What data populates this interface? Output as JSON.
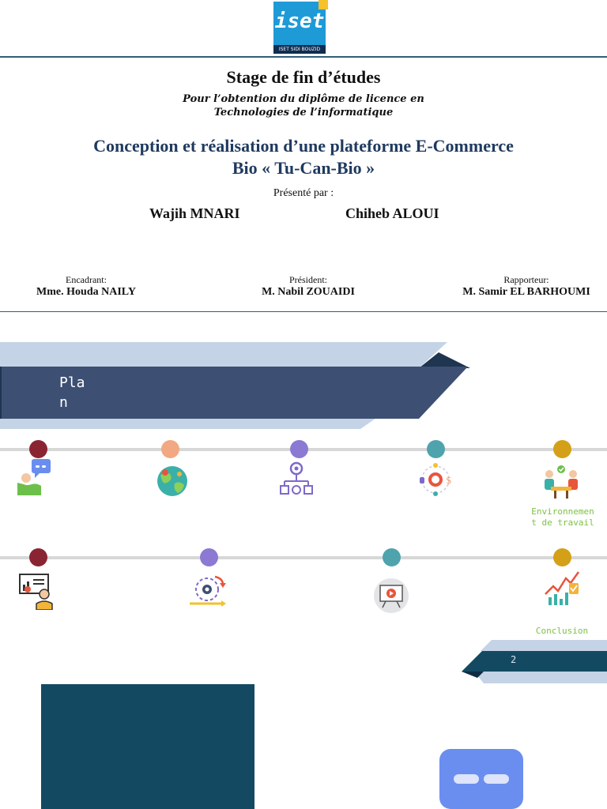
{
  "logo": {
    "text": "iset",
    "subtext": "ISET SIDI BOUZID"
  },
  "cover": {
    "heading": "Stage de fin d’études",
    "subtitle_line1": "Pour l’obtention du diplôme de licence en",
    "subtitle_line2": "Technologies de l’informatique",
    "project_line1": "Conception et réalisation d’une plateforme E-Commerce",
    "project_line2": "Bio « Tu-Can-Bio »",
    "presented_by": "Présenté par :",
    "authors": [
      "Wajih MNARI",
      "Chiheb ALOUI"
    ],
    "jury": [
      {
        "role": "Encadrant:",
        "name": "Mme. Houda NAILY"
      },
      {
        "role": "Président:",
        "name": "M. Nabil ZOUAIDI"
      },
      {
        "role": "Rapporteur:",
        "name": "M. Samir EL BARHOUMI"
      }
    ]
  },
  "plan": {
    "title_line1": "Pla",
    "title_line2": "n",
    "row1": [
      {
        "icon": "speech-bubble-person-icon",
        "color": "#8b2432",
        "label": ""
      },
      {
        "icon": "globe-icon",
        "color": "#f2a883",
        "label": ""
      },
      {
        "icon": "gear-hierarchy-icon",
        "color": "#8b79d4",
        "label": ""
      },
      {
        "icon": "gears-idea-icon",
        "color": "#4fa3ad",
        "label": ""
      },
      {
        "icon": "team-meeting-icon",
        "color": "#d4a017",
        "label": "Environnemen\nt de travail"
      }
    ],
    "row2": [
      {
        "icon": "presenter-dashboard-icon",
        "color": "#8b2432",
        "label": ""
      },
      {
        "icon": "process-cycle-icon",
        "color": "#8b79d4",
        "label": ""
      },
      {
        "icon": "video-presentation-icon",
        "color": "#4fa3ad",
        "label": ""
      },
      {
        "icon": "growth-chart-icon",
        "color": "#d4a017",
        "label": "Conclusion"
      }
    ],
    "page_number": "2"
  },
  "colors": {
    "navy": "#3d4f73",
    "teal": "#134a62",
    "light_blue": "#c5d3e6",
    "chat_blue": "#6a8ef0"
  }
}
